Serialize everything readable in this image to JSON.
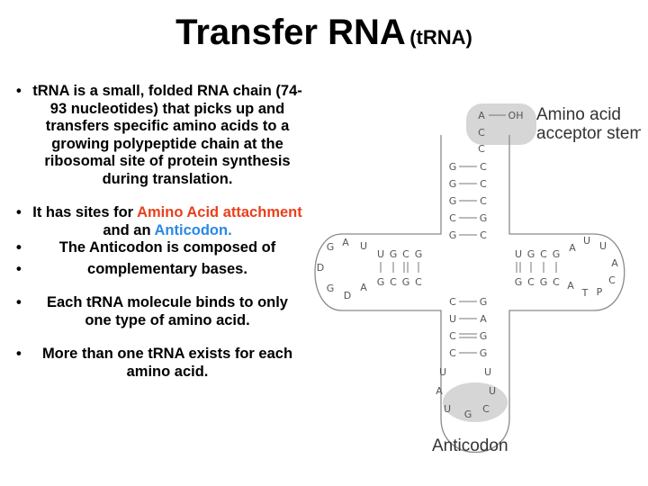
{
  "title": {
    "main": "Transfer RNA",
    "sub": "(tRNA)"
  },
  "bullets": {
    "b1": "tRNA is a small, folded RNA chain (74-93 nucleotides) that picks up and transfers specific amino acids to a growing polypeptide chain at the ribosomal site of protein synthesis during translation.",
    "b2_pre": "It has sites for ",
    "b2_red": "Amino Acid attachment",
    "b2_mid": " and an ",
    "b2_blue": "Anticodon.",
    "b3": "",
    "b4": "The Anticodon is composed of",
    "b5": "complementary bases.",
    "b6": "Each tRNA molecule binds to only one type of amino acid.",
    "b7": "More than one tRNA exists for each amino acid."
  },
  "colors": {
    "highlight_red": "#e8401c",
    "highlight_blue": "#2a88e8",
    "label_bg": "#d6d6d6"
  },
  "diagram": {
    "acceptor_label_1": "Amino acid",
    "acceptor_label_2": "acceptor stem",
    "anticodon_label": "Anticodon",
    "acceptor_end": {
      "a": "A",
      "oh": "OH",
      "c1": "C",
      "c2": "C"
    },
    "stem_top": [
      {
        "l": "G",
        "r": "C"
      },
      {
        "l": "G",
        "r": "C"
      },
      {
        "l": "G",
        "r": "C"
      },
      {
        "l": "C",
        "r": "G"
      },
      {
        "l": "G",
        "r": "C"
      }
    ],
    "stem_bottom": [
      {
        "l": "C",
        "r": "G"
      },
      {
        "l": "U",
        "r": "A"
      },
      {
        "l": "C",
        "r": "G"
      },
      {
        "l": "C",
        "r": "G"
      }
    ],
    "left_arm": {
      "top": [
        "U",
        "G",
        "C",
        "G"
      ],
      "bottom": [
        "G",
        "C",
        "G",
        "C"
      ]
    },
    "right_arm": {
      "top": [
        "U",
        "G",
        "C",
        "G"
      ],
      "bottom": [
        "G",
        "C",
        "G",
        "C"
      ]
    },
    "left_loop": [
      "G",
      "A",
      "U",
      "D",
      "G",
      "D",
      "A"
    ],
    "right_loop": [
      "A",
      "U",
      "U",
      "A",
      "C",
      "P",
      "T",
      "A"
    ],
    "anticodon_loop": [
      "U",
      "U",
      "A",
      "U",
      "U",
      "G",
      "C"
    ]
  }
}
